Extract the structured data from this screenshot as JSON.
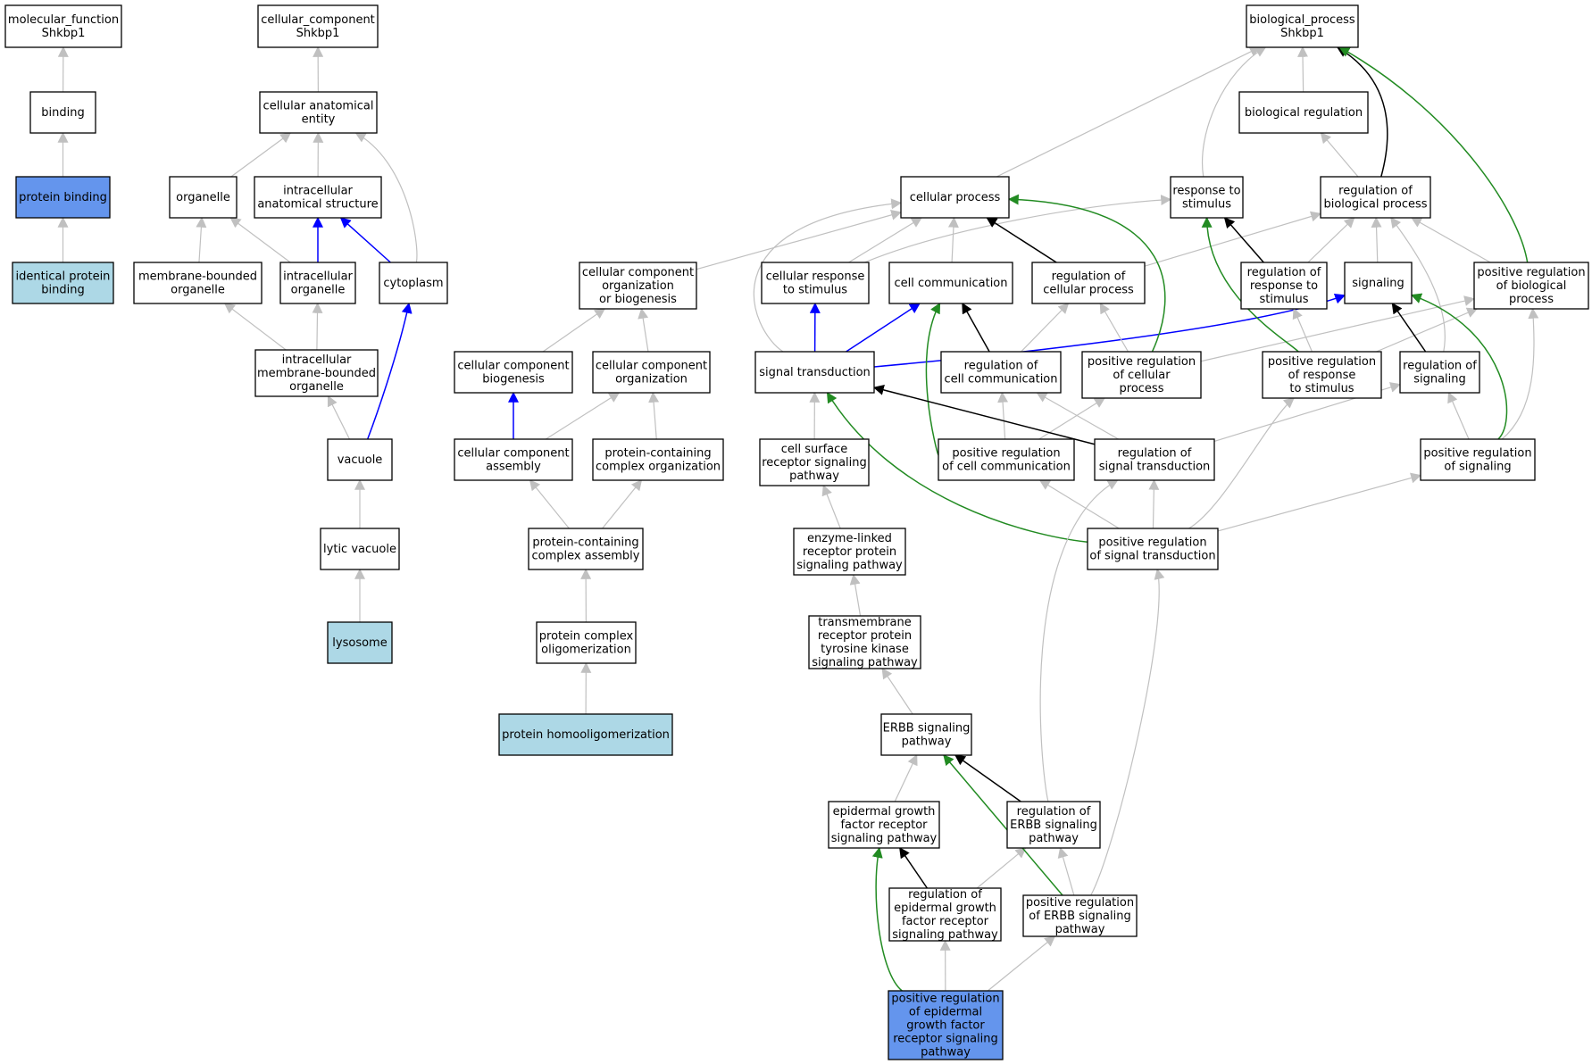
{
  "colors": {
    "default_fill": "#ffffff",
    "query_fill": "#6495ed",
    "annotated_fill": "#add8e6",
    "edge_gray": "#c0c0c0",
    "edge_black": "#000000",
    "edge_blue": "#0000ff",
    "edge_green": "#228b22"
  },
  "nodes": {
    "mf": {
      "lines": [
        "molecular_function",
        "Shkbp1"
      ],
      "fill": "white"
    },
    "binding": {
      "lines": [
        "binding"
      ],
      "fill": "white"
    },
    "protbind": {
      "lines": [
        "protein binding"
      ],
      "fill": "query"
    },
    "identprot": {
      "lines": [
        "identical protein",
        "binding"
      ],
      "fill": "annotated"
    },
    "cc": {
      "lines": [
        "cellular_component",
        "Shkbp1"
      ],
      "fill": "white"
    },
    "cae": {
      "lines": [
        "cellular anatomical",
        "entity"
      ],
      "fill": "white"
    },
    "organelle": {
      "lines": [
        "organelle"
      ],
      "fill": "white"
    },
    "ias": {
      "lines": [
        "intracellular",
        "anatomical structure"
      ],
      "fill": "white"
    },
    "mbo": {
      "lines": [
        "membrane-bounded",
        "organelle"
      ],
      "fill": "white"
    },
    "io": {
      "lines": [
        "intracellular",
        "organelle"
      ],
      "fill": "white"
    },
    "cytoplasm": {
      "lines": [
        "cytoplasm"
      ],
      "fill": "white"
    },
    "imbo": {
      "lines": [
        "intracellular",
        "membrane-bounded",
        "organelle"
      ],
      "fill": "white"
    },
    "vacuole": {
      "lines": [
        "vacuole"
      ],
      "fill": "white"
    },
    "lytic": {
      "lines": [
        "lytic vacuole"
      ],
      "fill": "white"
    },
    "lysosome": {
      "lines": [
        "lysosome"
      ],
      "fill": "annotated"
    },
    "bp": {
      "lines": [
        "biological_process",
        "Shkbp1"
      ],
      "fill": "white"
    },
    "bioreg": {
      "lines": [
        "biological regulation"
      ],
      "fill": "white"
    },
    "cellproc": {
      "lines": [
        "cellular process"
      ],
      "fill": "white"
    },
    "resp": {
      "lines": [
        "response to",
        "stimulus"
      ],
      "fill": "white"
    },
    "regbp": {
      "lines": [
        "regulation of",
        "biological process"
      ],
      "fill": "white"
    },
    "ccob": {
      "lines": [
        "cellular component",
        "organization",
        "or biogenesis"
      ],
      "fill": "white"
    },
    "cellresp": {
      "lines": [
        "cellular response",
        "to stimulus"
      ],
      "fill": "white"
    },
    "cellcomm": {
      "lines": [
        "cell communication"
      ],
      "fill": "white"
    },
    "regcp": {
      "lines": [
        "regulation of",
        "cellular process"
      ],
      "fill": "white"
    },
    "regresp": {
      "lines": [
        "regulation of",
        "response to",
        "stimulus"
      ],
      "fill": "white"
    },
    "signaling": {
      "lines": [
        "signaling"
      ],
      "fill": "white"
    },
    "posregbp": {
      "lines": [
        "positive regulation",
        "of biological",
        "process"
      ],
      "fill": "white"
    },
    "ccbio": {
      "lines": [
        "cellular component",
        "biogenesis"
      ],
      "fill": "white"
    },
    "ccorg": {
      "lines": [
        "cellular component",
        "organization"
      ],
      "fill": "white"
    },
    "sigtrans": {
      "lines": [
        "signal transduction"
      ],
      "fill": "white"
    },
    "regcc": {
      "lines": [
        "regulation of",
        "cell communication"
      ],
      "fill": "white"
    },
    "posregcp": {
      "lines": [
        "positive regulation",
        "of cellular",
        "process"
      ],
      "fill": "white"
    },
    "posregresp": {
      "lines": [
        "positive regulation",
        "of response",
        "to stimulus"
      ],
      "fill": "white"
    },
    "regsig": {
      "lines": [
        "regulation of",
        "signaling"
      ],
      "fill": "white"
    },
    "ccasm": {
      "lines": [
        "cellular component",
        "assembly"
      ],
      "fill": "white"
    },
    "pcco": {
      "lines": [
        "protein-containing",
        "complex organization"
      ],
      "fill": "white"
    },
    "csrsp": {
      "lines": [
        "cell surface",
        "receptor signaling",
        "pathway"
      ],
      "fill": "white"
    },
    "posregcc": {
      "lines": [
        "positive regulation",
        "of cell communication"
      ],
      "fill": "white"
    },
    "regst": {
      "lines": [
        "regulation of",
        "signal transduction"
      ],
      "fill": "white"
    },
    "posregsig": {
      "lines": [
        "positive regulation",
        "of signaling"
      ],
      "fill": "white"
    },
    "pcca": {
      "lines": [
        "protein-containing",
        "complex assembly"
      ],
      "fill": "white"
    },
    "elrp": {
      "lines": [
        "enzyme-linked",
        "receptor protein",
        "signaling pathway"
      ],
      "fill": "white"
    },
    "posregst": {
      "lines": [
        "positive regulation",
        "of signal transduction"
      ],
      "fill": "white"
    },
    "pco": {
      "lines": [
        "protein complex",
        "oligomerization"
      ],
      "fill": "white"
    },
    "trtk": {
      "lines": [
        "transmembrane",
        "receptor protein",
        "tyrosine kinase",
        "signaling pathway"
      ],
      "fill": "white"
    },
    "phomo": {
      "lines": [
        "protein homooligomerization"
      ],
      "fill": "annotated"
    },
    "erbb": {
      "lines": [
        "ERBB signaling",
        "pathway"
      ],
      "fill": "white"
    },
    "egfr": {
      "lines": [
        "epidermal growth",
        "factor receptor",
        "signaling pathway"
      ],
      "fill": "white"
    },
    "regerbb": {
      "lines": [
        "regulation of",
        "ERBB signaling",
        "pathway"
      ],
      "fill": "white"
    },
    "regegfr": {
      "lines": [
        "regulation of",
        "epidermal growth",
        "factor receptor",
        "signaling pathway"
      ],
      "fill": "white"
    },
    "posregerbb": {
      "lines": [
        "positive regulation",
        "of ERBB signaling",
        "pathway"
      ],
      "fill": "white"
    },
    "posregegfr": {
      "lines": [
        "positive regulation",
        "of epidermal",
        "growth factor",
        "receptor signaling",
        "pathway"
      ],
      "fill": "query"
    }
  },
  "edges": [
    [
      "binding",
      "mf",
      "gray"
    ],
    [
      "protbind",
      "binding",
      "gray"
    ],
    [
      "identprot",
      "protbind",
      "gray"
    ],
    [
      "cae",
      "cc",
      "gray"
    ],
    [
      "organelle",
      "cae",
      "gray"
    ],
    [
      "ias",
      "cae",
      "gray"
    ],
    [
      "cytoplasm",
      "cae",
      "gray"
    ],
    [
      "mbo",
      "organelle",
      "gray"
    ],
    [
      "io",
      "organelle",
      "gray"
    ],
    [
      "io",
      "ias",
      "blue"
    ],
    [
      "cytoplasm",
      "ias",
      "blue"
    ],
    [
      "imbo",
      "mbo",
      "gray"
    ],
    [
      "imbo",
      "io",
      "gray"
    ],
    [
      "vacuole",
      "imbo",
      "gray"
    ],
    [
      "vacuole",
      "cytoplasm",
      "blue"
    ],
    [
      "lytic",
      "vacuole",
      "gray"
    ],
    [
      "lysosome",
      "lytic",
      "gray"
    ],
    [
      "cellproc",
      "bp",
      "gray"
    ],
    [
      "resp",
      "bp",
      "gray"
    ],
    [
      "bioreg",
      "bp",
      "gray"
    ],
    [
      "regbp",
      "bp",
      "black"
    ],
    [
      "posregbp",
      "bp",
      "green"
    ],
    [
      "regbp",
      "bioreg",
      "gray"
    ],
    [
      "ccob",
      "cellproc",
      "gray"
    ],
    [
      "cellresp",
      "cellproc",
      "gray"
    ],
    [
      "cellresp",
      "resp",
      "gray"
    ],
    [
      "cellcomm",
      "cellproc",
      "gray"
    ],
    [
      "regcp",
      "cellproc",
      "black"
    ],
    [
      "regcp",
      "regbp",
      "gray"
    ],
    [
      "regresp",
      "resp",
      "black"
    ],
    [
      "regresp",
      "regbp",
      "gray"
    ],
    [
      "signaling",
      "regbp",
      "gray"
    ],
    [
      "posregbp",
      "regbp",
      "gray"
    ],
    [
      "ccbio",
      "ccob",
      "gray"
    ],
    [
      "ccorg",
      "ccob",
      "gray"
    ],
    [
      "sigtrans",
      "cellresp",
      "blue"
    ],
    [
      "sigtrans",
      "cellcomm",
      "blue"
    ],
    [
      "sigtrans",
      "signaling",
      "blue"
    ],
    [
      "sigtrans",
      "cellproc",
      "gray"
    ],
    [
      "regcc",
      "cellcomm",
      "black"
    ],
    [
      "regcc",
      "regcp",
      "gray"
    ],
    [
      "posregcp",
      "regcp",
      "gray"
    ],
    [
      "posregcp",
      "cellproc",
      "green"
    ],
    [
      "posregcp",
      "posregbp",
      "gray"
    ],
    [
      "posregresp",
      "regresp",
      "gray"
    ],
    [
      "posregresp",
      "resp",
      "green"
    ],
    [
      "posregresp",
      "posregbp",
      "gray"
    ],
    [
      "regsig",
      "signaling",
      "black"
    ],
    [
      "regsig",
      "regbp",
      "gray"
    ],
    [
      "ccasm",
      "ccbio",
      "blue"
    ],
    [
      "ccasm",
      "ccorg",
      "gray"
    ],
    [
      "pcco",
      "ccorg",
      "gray"
    ],
    [
      "csrsp",
      "sigtrans",
      "gray"
    ],
    [
      "posregcc",
      "regcc",
      "gray"
    ],
    [
      "posregcc",
      "cellcomm",
      "green"
    ],
    [
      "posregcc",
      "posregcp",
      "gray"
    ],
    [
      "regst",
      "sigtrans",
      "black"
    ],
    [
      "regst",
      "regcc",
      "gray"
    ],
    [
      "regst",
      "regsig",
      "gray"
    ],
    [
      "posregsig",
      "regsig",
      "gray"
    ],
    [
      "posregsig",
      "signaling",
      "green"
    ],
    [
      "posregsig",
      "posregbp",
      "gray"
    ],
    [
      "pcca",
      "ccasm",
      "gray"
    ],
    [
      "pcca",
      "pcco",
      "gray"
    ],
    [
      "elrp",
      "csrsp",
      "gray"
    ],
    [
      "posregst",
      "regst",
      "gray"
    ],
    [
      "posregst",
      "posregcc",
      "gray"
    ],
    [
      "posregst",
      "sigtrans",
      "green"
    ],
    [
      "posregst",
      "posregsig",
      "gray"
    ],
    [
      "posregst",
      "posregresp",
      "gray"
    ],
    [
      "pco",
      "pcca",
      "gray"
    ],
    [
      "trtk",
      "elrp",
      "gray"
    ],
    [
      "phomo",
      "pco",
      "gray"
    ],
    [
      "erbb",
      "trtk",
      "gray"
    ],
    [
      "egfr",
      "erbb",
      "gray"
    ],
    [
      "regerbb",
      "erbb",
      "black"
    ],
    [
      "regerbb",
      "regst",
      "gray"
    ],
    [
      "regegfr",
      "egfr",
      "black"
    ],
    [
      "regegfr",
      "regerbb",
      "gray"
    ],
    [
      "posregerbb",
      "regerbb",
      "gray"
    ],
    [
      "posregerbb",
      "erbb",
      "green"
    ],
    [
      "posregerbb",
      "posregst",
      "gray"
    ],
    [
      "posregegfr",
      "regegfr",
      "gray"
    ],
    [
      "posregegfr",
      "posregerbb",
      "gray"
    ],
    [
      "posregegfr",
      "egfr",
      "green"
    ]
  ]
}
